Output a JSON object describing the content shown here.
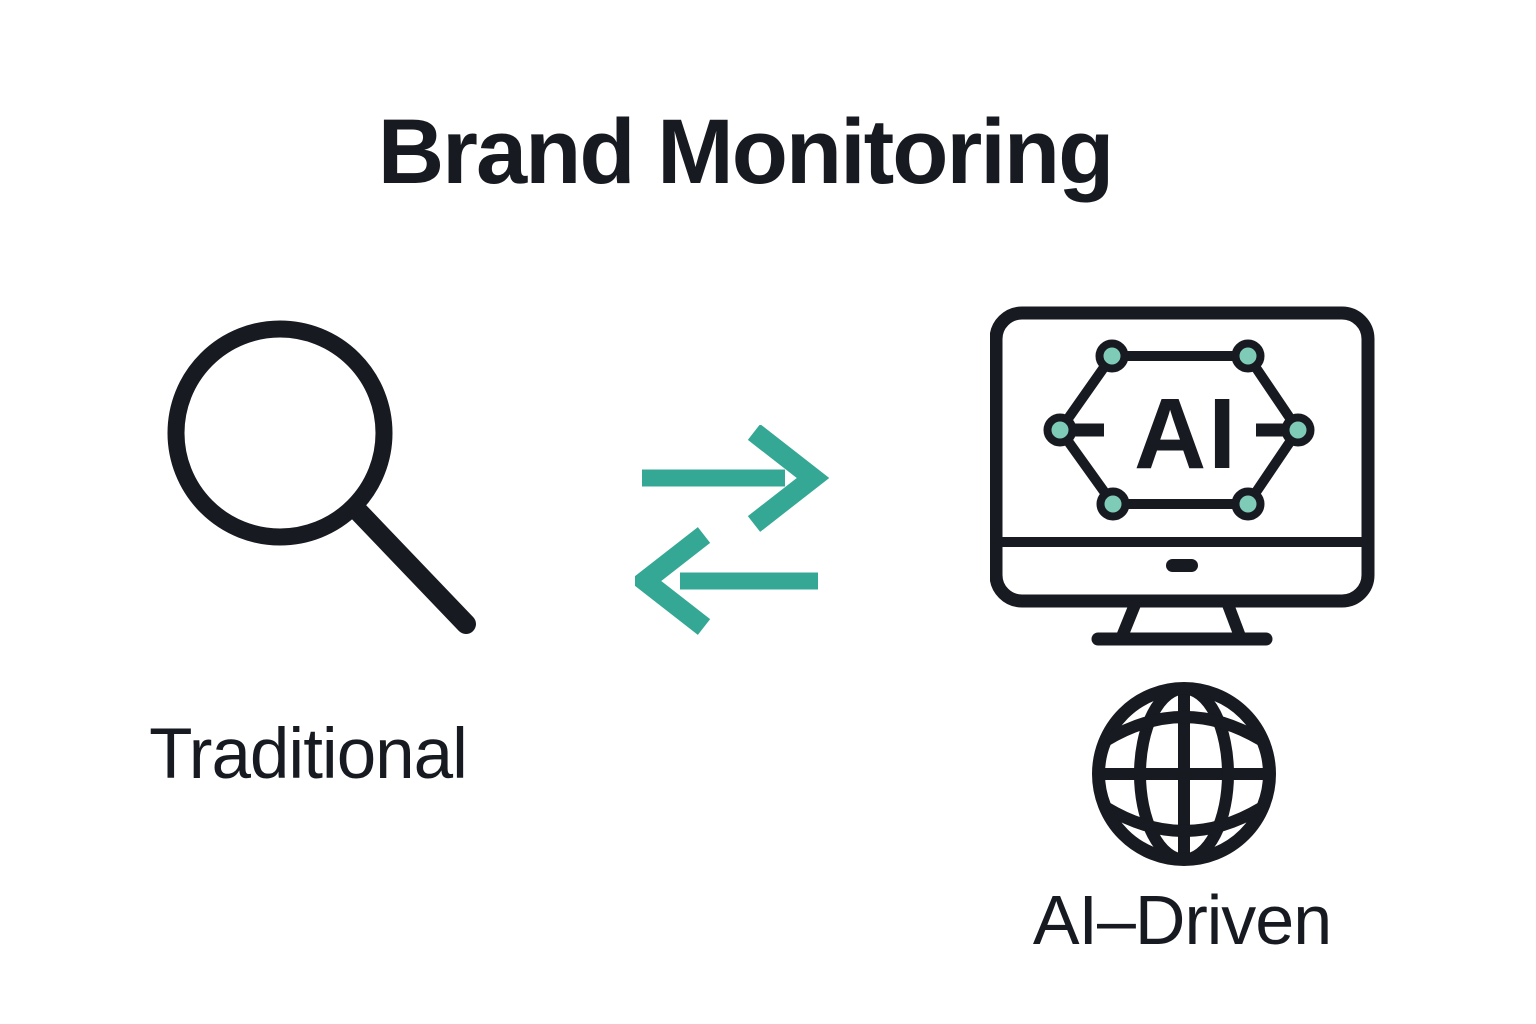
{
  "title": "Brand Monitoring",
  "colors": {
    "ink": "#171a20",
    "teal": "#34a894",
    "teal_light": "#7ecbb8",
    "background": "#ffffff"
  },
  "left_side": {
    "icon": "magnifying-glass-icon",
    "label": "Traditional"
  },
  "center": {
    "icon": "exchange-arrows-icon",
    "arrow_top_direction": "right",
    "arrow_bottom_direction": "left"
  },
  "right_side": {
    "monitor_icon": "ai-monitor-icon",
    "monitor_screen_text": "AI",
    "globe_icon": "globe-icon",
    "label": "AI–Driven"
  }
}
